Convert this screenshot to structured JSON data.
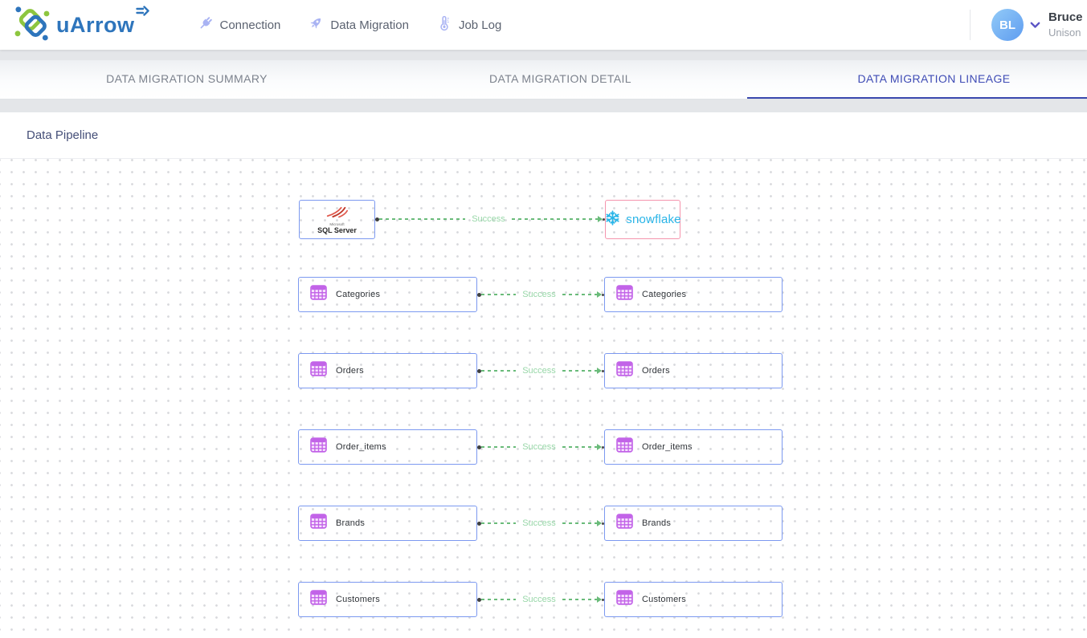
{
  "navbar": {
    "logo_text": "uArrow",
    "menu": [
      {
        "label": "Connection",
        "icon": "plug-icon"
      },
      {
        "label": "Data Migration",
        "icon": "rocket-icon"
      },
      {
        "label": "Job Log",
        "icon": "thermometer-icon"
      }
    ],
    "user": {
      "initials": "BL",
      "name": "Bruce",
      "org": "Unison"
    }
  },
  "tabs": [
    {
      "label": "DATA MIGRATION SUMMARY",
      "active": false
    },
    {
      "label": "DATA MIGRATION DETAIL",
      "active": false
    },
    {
      "label": "DATA MIGRATION LINEAGE",
      "active": true
    }
  ],
  "section": {
    "title": "Data Pipeline"
  },
  "pipeline": {
    "source": {
      "brand": "Microsoft",
      "name": "SQL Server"
    },
    "target": {
      "name": "snowflake"
    },
    "top_connection": {
      "status": "Success"
    },
    "rows": [
      {
        "label": "Categories",
        "status": "Success"
      },
      {
        "label": "Orders",
        "status": "Success"
      },
      {
        "label": "Order_items",
        "status": "Success"
      },
      {
        "label": "Brands",
        "status": "Success"
      },
      {
        "label": "Customers",
        "status": "Success"
      }
    ]
  },
  "colors": {
    "brand_blue": "#2e75bc",
    "brand_green": "#8dc63f",
    "nav_icon_purple": "#a9b3f3",
    "tab_active": "#3f4cb5",
    "node_border_blue": "#7c99f0",
    "node_border_pink": "#f594ad",
    "table_icon_purple": "#c263e8",
    "edge_green": "#6abb7a",
    "success_text_green": "#98d7a8",
    "snowflake_blue": "#29b5e8",
    "sqlserver_red": "#c0392b"
  }
}
